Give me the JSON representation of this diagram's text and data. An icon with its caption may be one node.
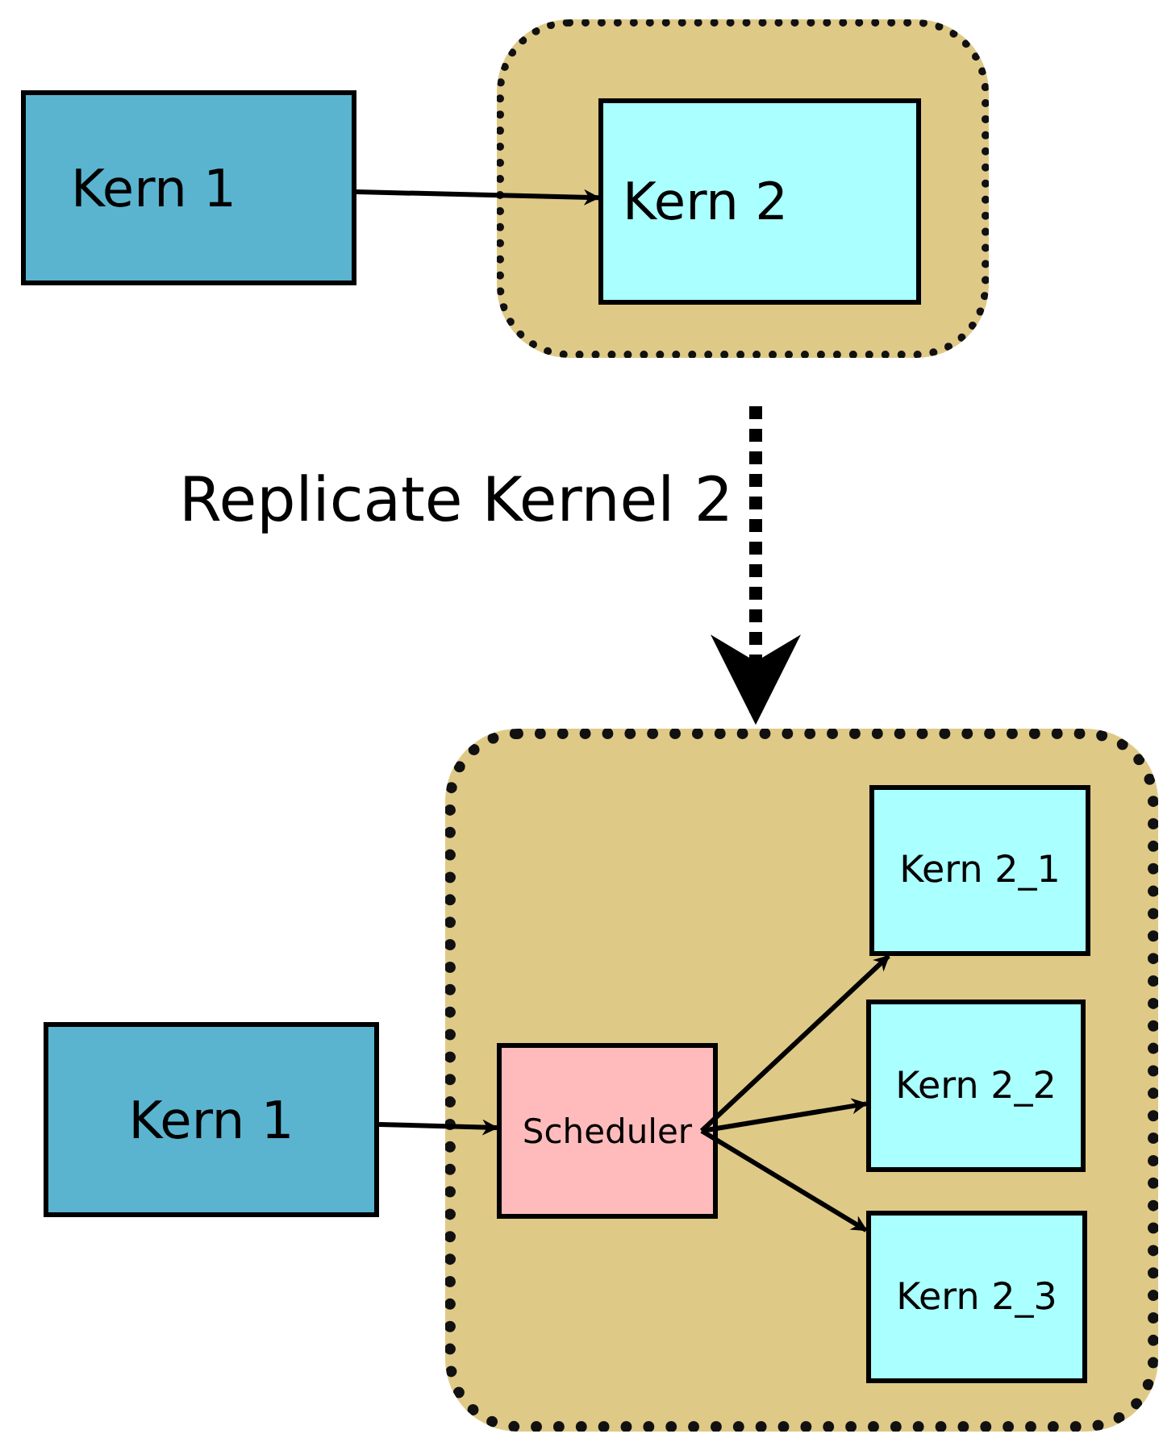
{
  "diagram": {
    "nodes": [
      {
        "text": [
          "Kern 1"
        ]
      },
      {
        "text": [],
        "shape": "box"
      },
      {
        "text": [
          "Kern 2"
        ],
        "in": 1
      },
      {
        "text": [],
        "shape": "box"
      },
      {
        "text": [
          "Kern 1"
        ]
      },
      {
        "text": [
          "Scheduler"
        ],
        "in": 3
      },
      {
        "text": [
          "Kern 2_1"
        ],
        "in": 3
      },
      {
        "text": [
          "Kern 2_2"
        ],
        "in": 3
      },
      {
        "text": [
          "Kern 2_3"
        ],
        "in": 3
      }
    ],
    "edges": [
      {
        "from": 0,
        "to": 2,
        "arrow": "to"
      },
      {
        "from": 1,
        "to": 3,
        "arrow": "to",
        "label": "Replicate Kernel 2",
        "style": "dashed"
      },
      {
        "from": 4,
        "to": 5,
        "arrow": "to"
      },
      {
        "from": 5,
        "to": 6,
        "arrow": "to"
      },
      {
        "from": 5,
        "to": 7,
        "arrow": "to"
      },
      {
        "from": 5,
        "to": 8,
        "arrow": "to"
      }
    ]
  }
}
